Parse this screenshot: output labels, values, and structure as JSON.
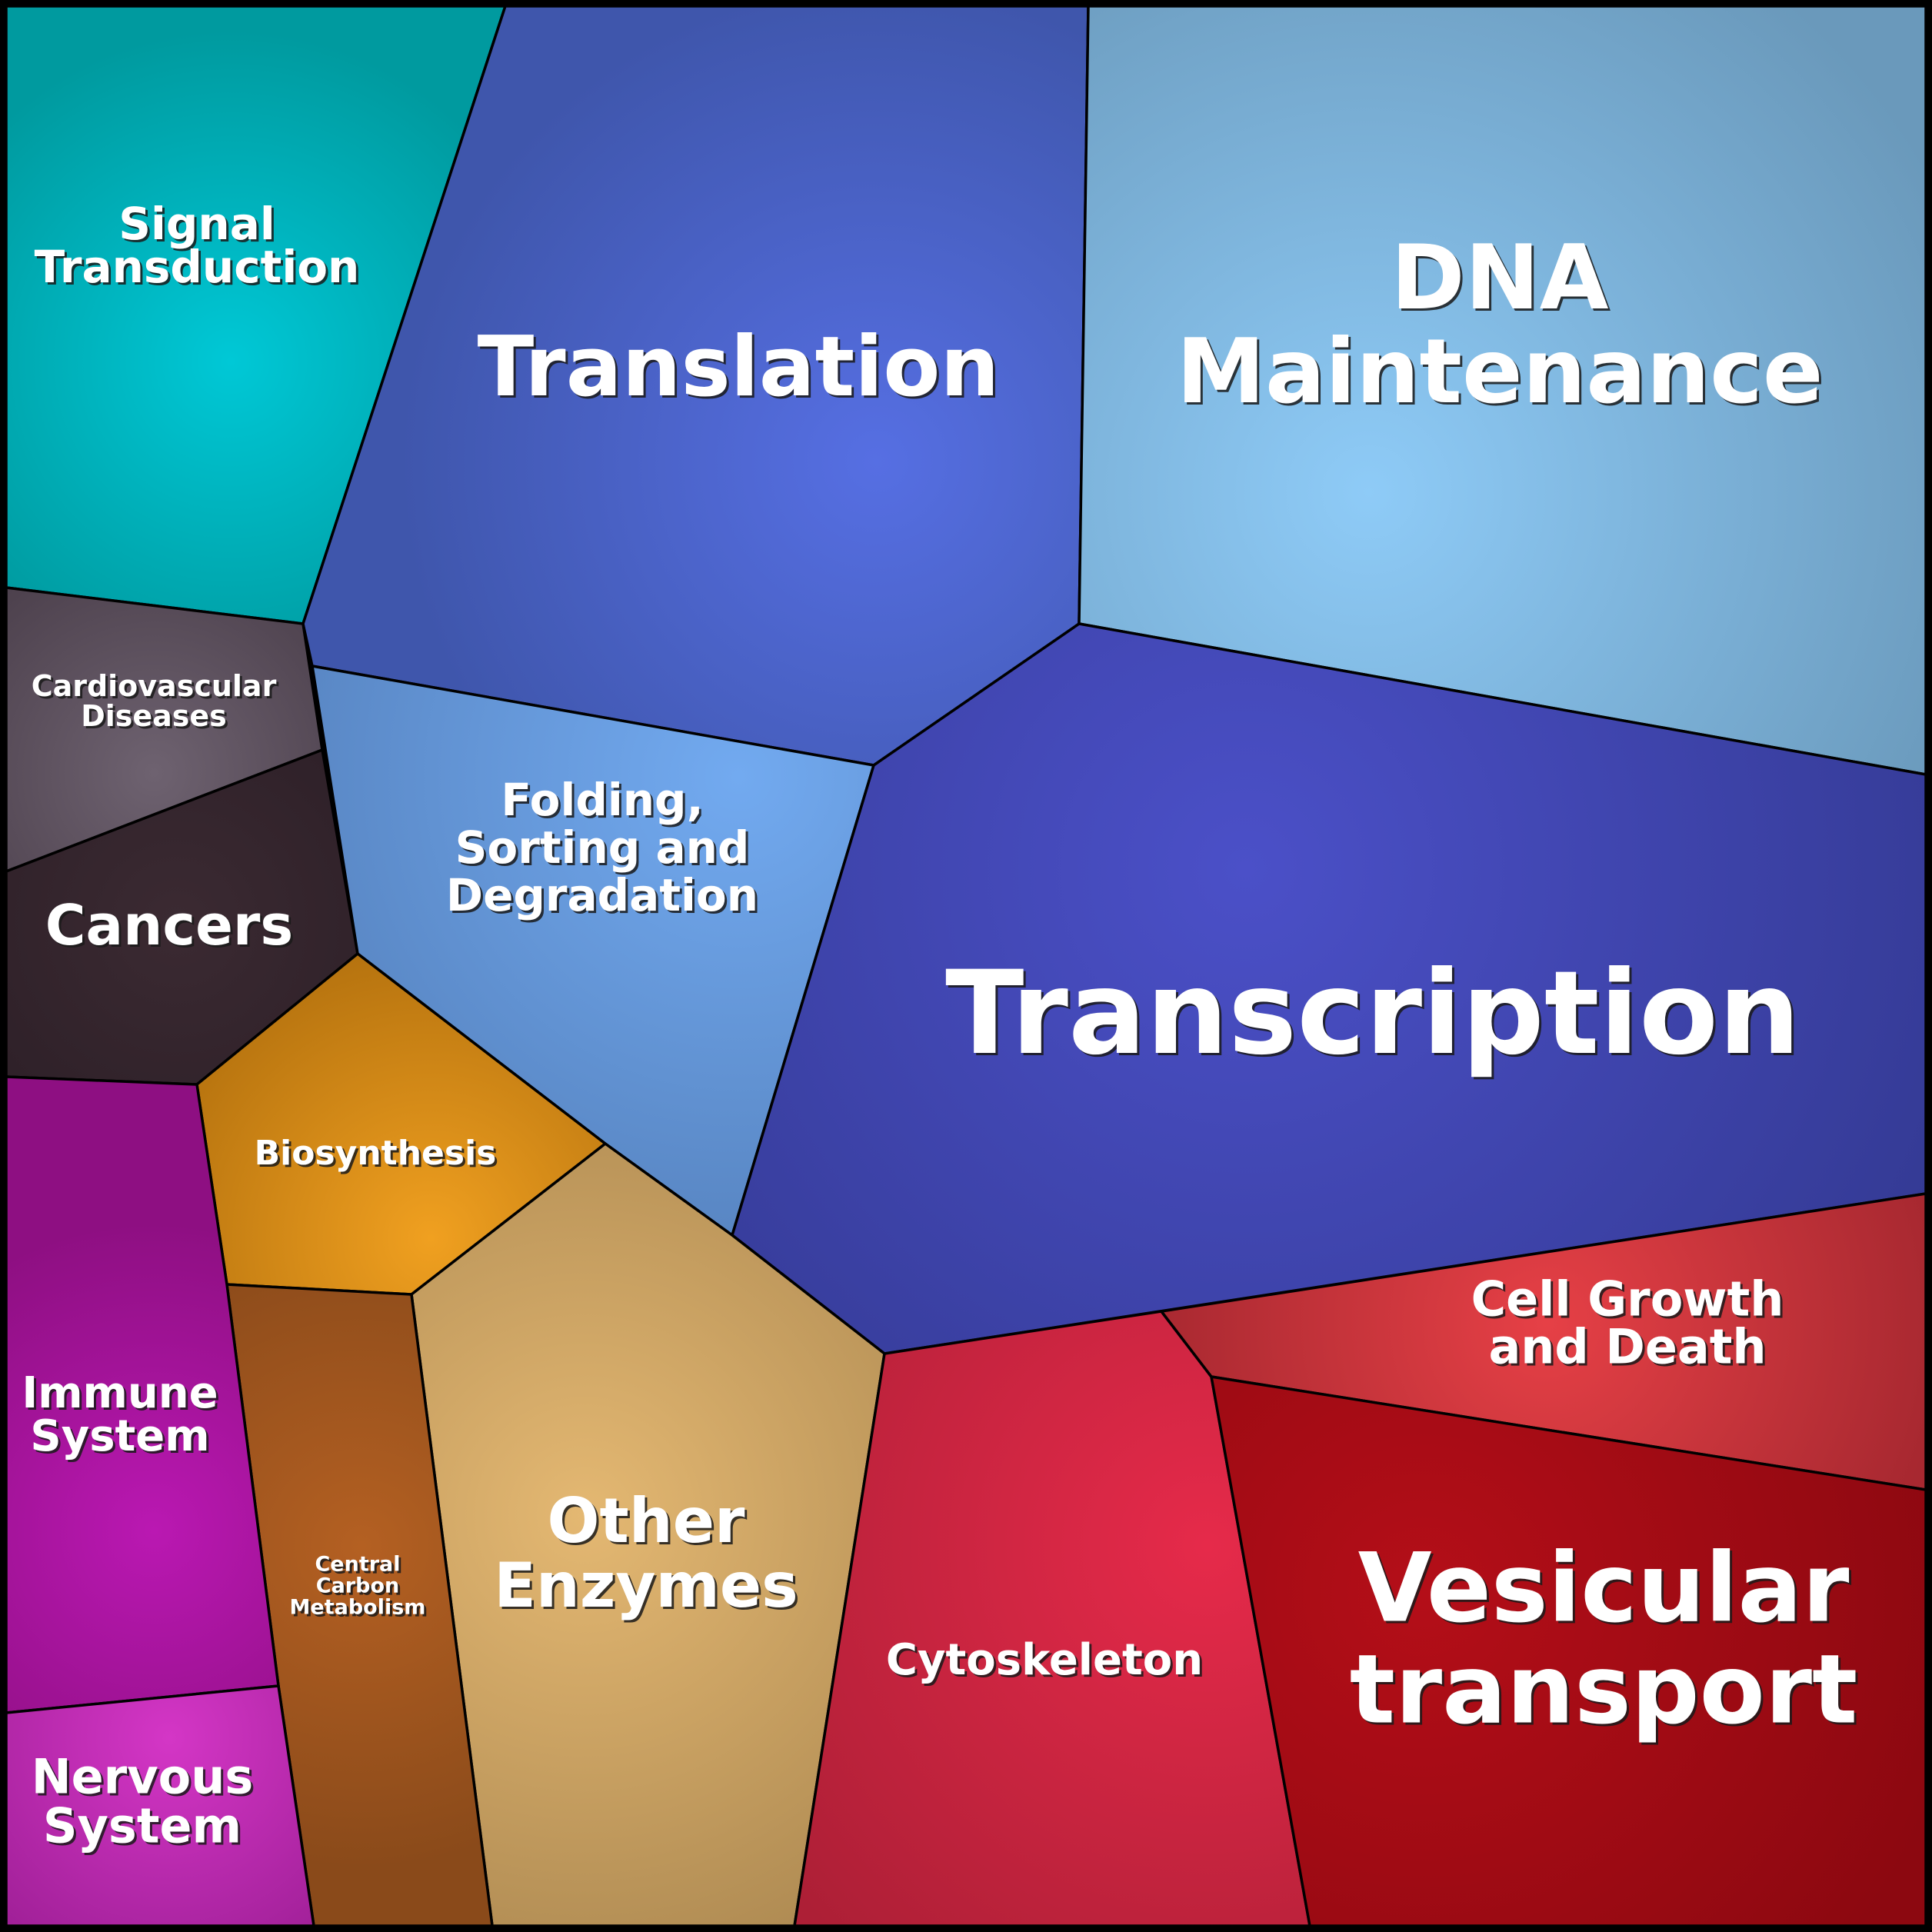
{
  "diagram": {
    "type": "voronoi-treemap",
    "regions": [
      {
        "id": "signal-transduction",
        "label_lines": [
          "Signal",
          "Transduction"
        ],
        "base_color": "#009a9f",
        "highlight_color": "#00c8d6"
      },
      {
        "id": "translation",
        "label_lines": [
          "Translation"
        ],
        "base_color": "#3f56ac",
        "highlight_color": "#566fe3"
      },
      {
        "id": "dna-maintenance",
        "label_lines": [
          "DNA",
          "Maintenance"
        ],
        "base_color": "#6a99bb",
        "highlight_color": "#8ecbf7"
      },
      {
        "id": "cardiovascular-diseases",
        "label_lines": [
          "Cardiovascular",
          "Diseases"
        ],
        "base_color": "#4a3e4a",
        "highlight_color": "#6e6270"
      },
      {
        "id": "cancers",
        "label_lines": [
          "Cancers"
        ],
        "base_color": "#2b1e26",
        "highlight_color": "#3b2a32"
      },
      {
        "id": "folding-sorting-degradation",
        "label_lines": [
          "Folding,",
          "Sorting and",
          "Degradation"
        ],
        "base_color": "#5581bd",
        "highlight_color": "#72aaf0"
      },
      {
        "id": "transcription",
        "label_lines": [
          "Transcription"
        ],
        "base_color": "#343a94",
        "highlight_color": "#4b50c8"
      },
      {
        "id": "biosynthesis",
        "label_lines": [
          "Biosynthesis"
        ],
        "base_color": "#b6730f",
        "highlight_color": "#f0a020"
      },
      {
        "id": "other-enzymes",
        "label_lines": [
          "Other",
          "Enzymes"
        ],
        "base_color": "#ae8a52",
        "highlight_color": "#e4b872"
      },
      {
        "id": "central-carbon-metabolism",
        "label_lines": [
          "Central",
          "Carbon",
          "Metabolism"
        ],
        "base_color": "#8a4a1a",
        "highlight_color": "#b46022"
      },
      {
        "id": "immune-system",
        "label_lines": [
          "Immune",
          "System"
        ],
        "base_color": "#8e0f82",
        "highlight_color": "#ba18b2"
      },
      {
        "id": "nervous-system",
        "label_lines": [
          "Nervous",
          "System"
        ],
        "base_color": "#9a1d92",
        "highlight_color": "#d436c6"
      },
      {
        "id": "cytoskeleton",
        "label_lines": [
          "Cytoskeleton"
        ],
        "base_color": "#ad1f36",
        "highlight_color": "#e62a4a"
      },
      {
        "id": "cell-growth-and-death",
        "label_lines": [
          "Cell Growth",
          "and Death"
        ],
        "base_color": "#a72830",
        "highlight_color": "#e64046"
      },
      {
        "id": "vesicular-transport",
        "label_lines": [
          "Vesicular",
          "transport"
        ],
        "base_color": "#8c0810",
        "highlight_color": "#b40e18"
      }
    ]
  }
}
